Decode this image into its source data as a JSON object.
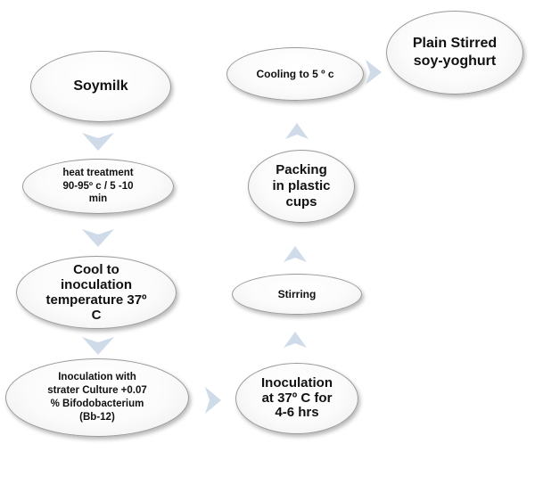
{
  "diagram": {
    "steps": [
      {
        "id": "soymilk",
        "text": "Soymilk"
      },
      {
        "id": "heat",
        "text": "heat treatment\n90-95º  c / 5 -10\nmin"
      },
      {
        "id": "cool",
        "text": "Cool to\ninoculation\ntemperature 37º\nC"
      },
      {
        "id": "inoc-with",
        "text": "Inoculation with\nstrater Culture  +0.07\n% Bifodobacterium\n(Bb-12)"
      },
      {
        "id": "inoc-37",
        "text": "Inoculation\nat 37º C for\n4-6 hrs"
      },
      {
        "id": "stirring",
        "text": "Stirring"
      },
      {
        "id": "packing",
        "text": "Packing\nin plastic\ncups"
      },
      {
        "id": "cooling5",
        "text": "Cooling to 5 º c"
      },
      {
        "id": "final",
        "text": "Plain Stirred\nsoy-yoghurt"
      }
    ],
    "arrow_color": "#cfdbe8"
  }
}
